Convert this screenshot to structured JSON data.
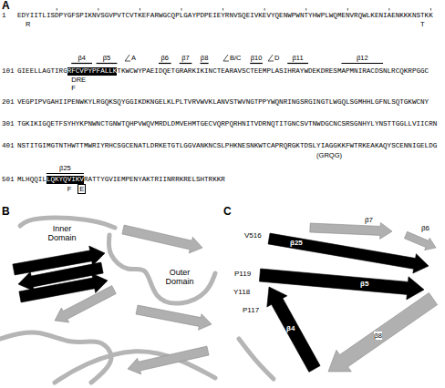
{
  "diagram": {
    "labels": [
      "A",
      "1",
      "EDYIITLISDPYGFSPIKNVSGVPVTCVTKEFARWGCQPLGAYPDPEIEYRNVSQEIVKEVYQENWPWNTYHWPLWQMENVRQWLKENIAENKKKNSTKK",
      "R",
      "T",
      "β4",
      "β5",
      "A",
      "β6",
      "β7",
      "β8",
      "B/C",
      "β10",
      "D",
      "β11",
      "β12",
      "101",
      "GIEELLAGTIRG",
      "RFCVPYPFALLK",
      "TKWCWYPAEIDQETGRARKIKINCTEARAVSCTEEMPLASIHRAYWDEKDRESMAPMNIRACDSNLRCQKRPGGC",
      "DRE",
      "F",
      "201",
      "VEGPIPVGAHIIPENWKYLRGQKSQYGGIKDKNGELKLPLTVRVWVKLANVSTWVNGTPPYWQNRINGSRGINGTLWGQLSGMHHLGFNLSQTGKWCNY",
      "301",
      "TGKIKIGQETFSYHYKPNWNCTGNWTQHPVWQVMRDLDMVEHMTGECVQRPQRHNITVDRNQTITGNCSVTNWDGCNCSRSGNHYLYNSTTGGLLVIICRN",
      "401",
      "NSTITGIMGTNTHWTTMWRIYRHCSGCENATLDRKETGTLGGVANKNCSLPHKNESNKWTCAPRQRGKTDSLYIAGGKKFWTRKEAKAQYSCENNIGELDG",
      "(GRQG)",
      "β25",
      "501",
      "MLHQQIL",
      "LQKYQVIKV",
      "RATTYGVIEMPENYAKTRIINRRKRELSHTRKKR",
      "F",
      "E",
      "B",
      "C",
      "Inner Domain",
      "Outer Domain",
      "V516",
      "β25",
      "P119",
      "Y118",
      "P117",
      "β5",
      "β7",
      "β6",
      "β4",
      "β8"
    ]
  }
}
